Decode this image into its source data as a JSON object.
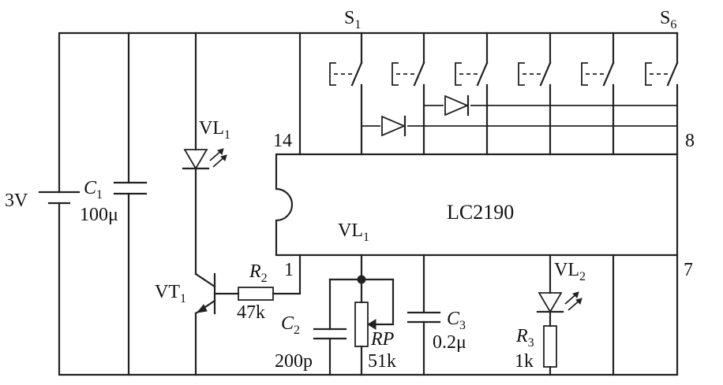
{
  "ic": {
    "name": "LC2190",
    "pins": {
      "p14": "14",
      "p8": "8",
      "p1": "1",
      "p7": "7"
    }
  },
  "switches": {
    "first": {
      "base": "S",
      "sub": "1"
    },
    "last": {
      "base": "S",
      "sub": "6"
    }
  },
  "battery": {
    "label": "3V"
  },
  "c1": {
    "base": "C",
    "sub": "1",
    "value": "100μ"
  },
  "vl1": {
    "base": "VL",
    "sub": "1"
  },
  "vl1_internal": {
    "base": "VL",
    "sub": "1"
  },
  "vt1": {
    "base": "VT",
    "sub": "1"
  },
  "r2": {
    "base": "R",
    "sub": "2",
    "value": "47k"
  },
  "c2": {
    "base": "C",
    "sub": "2",
    "value": "200p"
  },
  "rp": {
    "base": "RP",
    "value": "51k"
  },
  "c3": {
    "base": "C",
    "sub": "3",
    "value": "0.2μ"
  },
  "vl2": {
    "base": "VL",
    "sub": "2"
  },
  "r3": {
    "base": "R",
    "sub": "3",
    "value": "1k"
  }
}
